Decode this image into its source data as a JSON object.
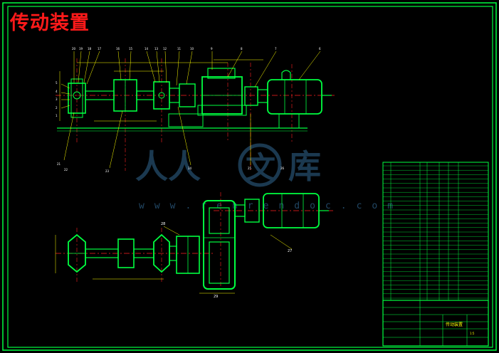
{
  "drawing": {
    "title": "传动装置",
    "watermark": "www.renrendoc.com",
    "frame_color": "#00ff40",
    "centerline_color": "#ff2020",
    "part_color": "#00ff40",
    "dimension_color": "#ffff00",
    "text_color": "#ffffff"
  },
  "view_front": {
    "callouts": [
      "20",
      "19",
      "18",
      "17",
      "16",
      "15",
      "14",
      "13",
      "12",
      "11",
      "10",
      "9",
      "8",
      "7",
      "6",
      "5",
      "4",
      "3",
      "2",
      "1"
    ],
    "bottom_callouts": [
      "21",
      "22",
      "23",
      "24",
      "25",
      "26"
    ]
  },
  "view_plan": {
    "callouts": [
      "27",
      "28",
      "29"
    ]
  },
  "title_block": {
    "name": "传动装置",
    "scale": "1:5"
  }
}
